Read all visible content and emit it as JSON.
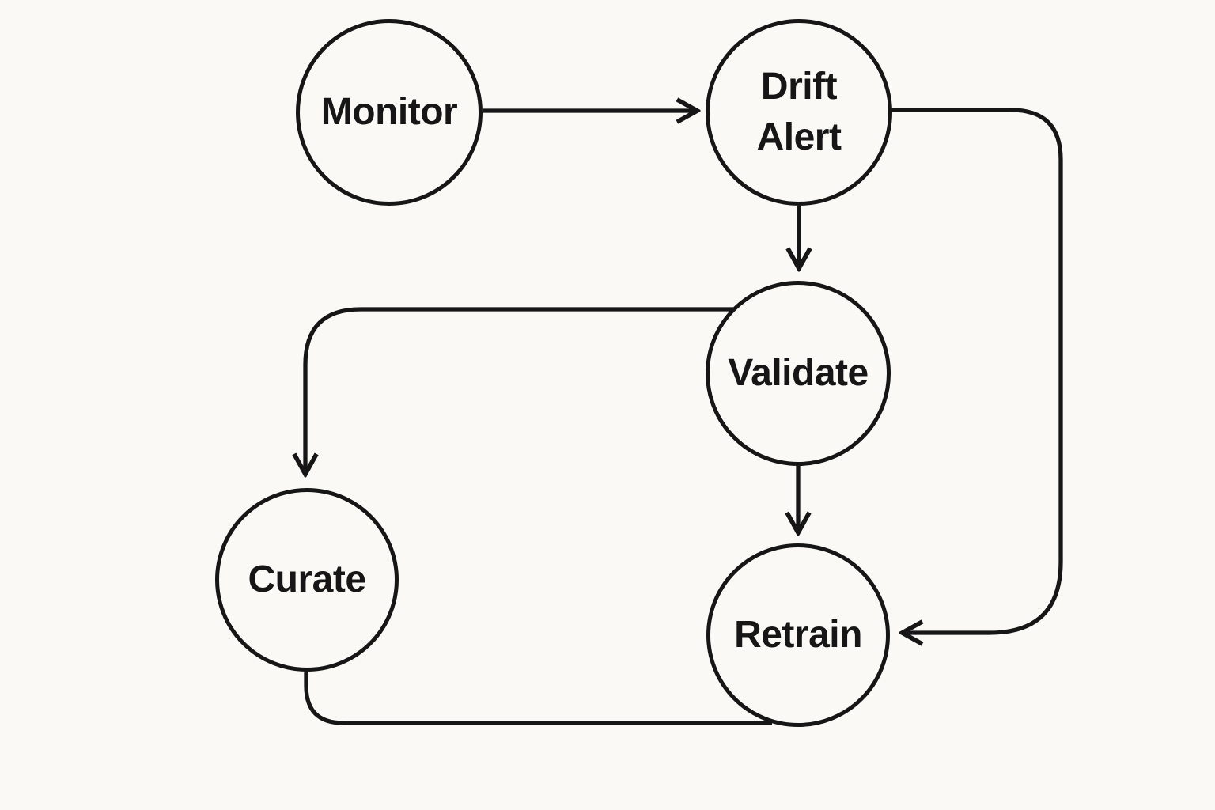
{
  "diagram": {
    "nodes": [
      {
        "id": "monitor",
        "label": "Monitor"
      },
      {
        "id": "drift-alert",
        "label": "Drift Alert"
      },
      {
        "id": "validate",
        "label": "Validate"
      },
      {
        "id": "curate",
        "label": "Curate"
      },
      {
        "id": "retrain",
        "label": "Retrain"
      }
    ],
    "edges": [
      {
        "from": "monitor",
        "to": "drift-alert",
        "arrowhead": true
      },
      {
        "from": "drift-alert",
        "to": "validate",
        "arrowhead": true
      },
      {
        "from": "drift-alert",
        "to": "retrain",
        "arrowhead": true
      },
      {
        "from": "validate",
        "to": "curate",
        "arrowhead": true
      },
      {
        "from": "validate",
        "to": "retrain",
        "arrowhead": true
      },
      {
        "from": "curate",
        "to": "retrain",
        "arrowhead": false
      }
    ],
    "colors": {
      "background": "#faf9f6",
      "stroke": "#161616",
      "text": "#161616"
    }
  }
}
